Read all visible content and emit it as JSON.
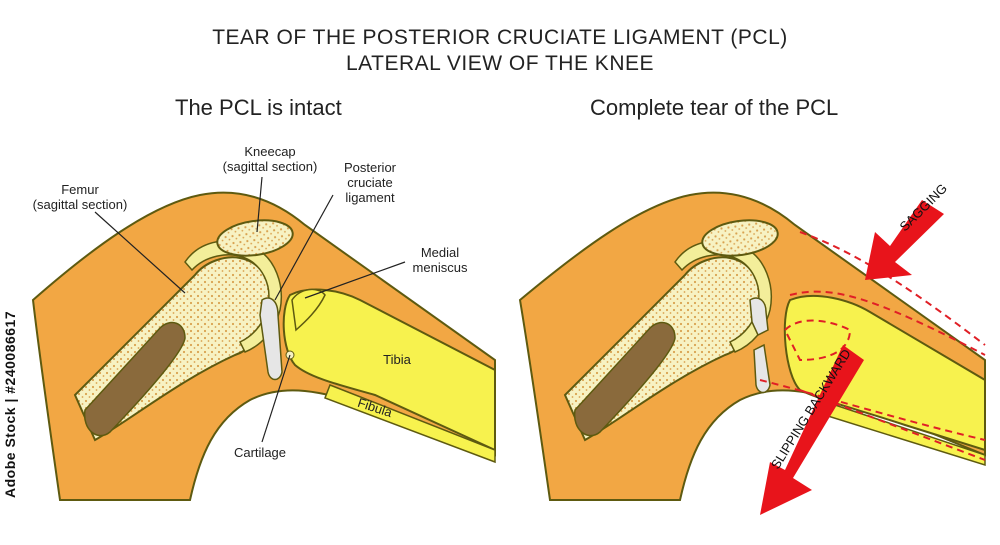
{
  "title_line1": "TEAR OF THE POSTERIOR CRUCIATE LIGAMENT (PCL)",
  "title_line2": "LATERAL VIEW OF THE KNEE",
  "left_panel": {
    "subtitle": "The PCL is intact",
    "labels": {
      "kneecap_1": "Kneecap",
      "kneecap_2": "(sagittal section)",
      "femur_1": "Femur",
      "femur_2": "(sagittal section)",
      "pcl_1": "Posterior",
      "pcl_2": "cruciate",
      "pcl_3": "ligament",
      "meniscus_1": "Medial",
      "meniscus_2": "meniscus",
      "tibia": "Tibia",
      "fibula": "Fibula",
      "cartilage": "Cartilage"
    }
  },
  "right_panel": {
    "subtitle": "Complete tear of the PCL",
    "arrow_sagging": "SAGGING",
    "arrow_slipping": "SLIPPING BACKWARD"
  },
  "watermark": "Adobe Stock | #240086617",
  "colors": {
    "skin": "#F2A744",
    "bone": "#F7F2C3",
    "marrow_dots": "#D9A24F",
    "medulla": "#8A6A3C",
    "tibia_yellow": "#F7F24E",
    "cartilage": "#F3EE9A",
    "outline": "#5E5A10",
    "arrow_red": "#E8141B",
    "dashed_red": "#E01F26"
  }
}
